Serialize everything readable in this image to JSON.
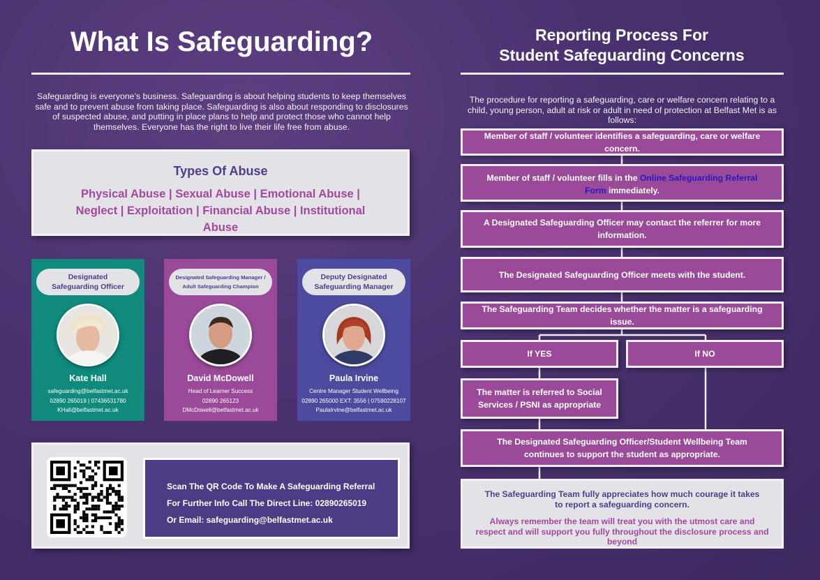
{
  "left": {
    "title": "What Is Safeguarding?",
    "intro": "Safeguarding is everyone’s business. Safeguarding is about helping students to keep themselves safe and to prevent abuse from taking place. Safeguarding is also about responding to disclosures of suspected abuse, and putting in place plans to help and protect those who cannot help themselves. Everyone has the right to live their life free from abuse.",
    "types_title": "Types Of Abuse",
    "types_list": "Physical Abuse | Sexual Abuse | Emotional Abuse | Neglect | Exploitation | Financial Abuse | Institutional Abuse"
  },
  "contacts": [
    {
      "role": "Designated Safeguarding Officer",
      "name": "Kate Hall",
      "lines": [
        "safeguarding@belfastmet.ac.uk",
        "02890 265019 | 07436531780",
        "KHall@belfastmet.ac.uk"
      ],
      "color": "#0f8a7d"
    },
    {
      "role": "Designated Safeguarding Manager / Adult Safeguarding Champion",
      "name": "David McDowell",
      "lines": [
        "Head of Learner Success",
        "02890 265123",
        "DMcDowell@belfastmet.ac.uk"
      ],
      "color": "#9b4a9a"
    },
    {
      "role": "Deputy Designated Safeguarding Manager",
      "name": "Paula Irvine",
      "lines": [
        "Centre Manager Student Wellbeing",
        "02890 265000 EXT: 3556 | 07590228107",
        "PaulaIrvine@belfastmet.ac.uk"
      ],
      "color": "#4c4ba0"
    }
  ],
  "referral": {
    "line1": "Scan The QR Code To Make A Safeguarding Referral",
    "line2": "For Further Info Call The Direct Line: 02890265019",
    "line3": "Or Email: safeguarding@belfastmet.ac.uk"
  },
  "right": {
    "title_line1": "Reporting Process For",
    "title_line2": "Student Safeguarding Concerns",
    "intro": "The procedure for reporting a safeguarding, care or welfare concern relating to a child, young person, adult at risk or adult in need of protection at Belfast Met is as follows:",
    "step1": "Member of staff / volunteer identifies a safeguarding, care or welfare concern.",
    "step2_pre": "Member of staff / volunteer fills in the ",
    "step2_link": "Online Safeguarding Referral Form",
    "step2_post": " immediately.",
    "step3": "A Designated Safeguarding Officer may contact the referrer for more information.",
    "step4": "The Designated Safeguarding Officer meets with the student.",
    "step5": "The Safeguarding Team decides whether the matter is a safeguarding issue.",
    "if_yes": "If YES",
    "if_no": "If NO",
    "step_yes": "The matter is referred to Social Services / PSNI as appropriate",
    "step_final": "The Designated Safeguarding Officer/Student Wellbeing Team continues to support the student as appropriate.",
    "note1": "The Safeguarding Team fully appreciates how much courage it takes to report a safeguarding concern.",
    "note2": "Always remember the team will treat you with the utmost care and respect and will support you fully throughout the disclosure process and beyond"
  }
}
